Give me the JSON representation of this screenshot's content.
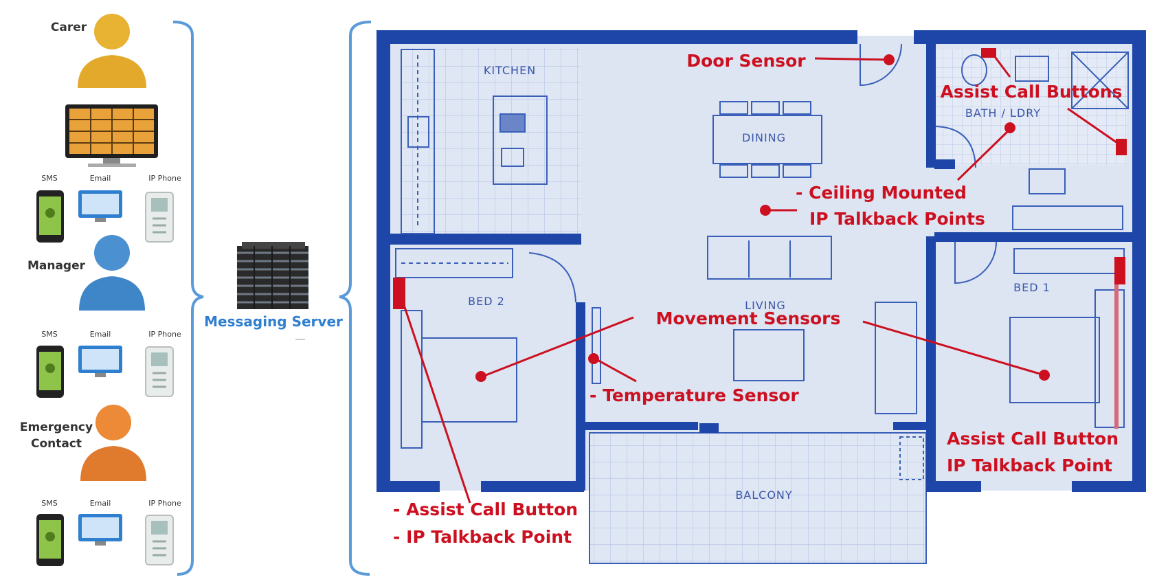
{
  "roles": [
    {
      "label": "Carer",
      "color": "#e3a92a"
    },
    {
      "label": "Manager",
      "color": "#3f86c9"
    },
    {
      "label": "Emergency Contact",
      "lines": [
        "Emergency",
        "Contact"
      ],
      "color": "#e07a2d"
    }
  ],
  "devices": {
    "sms": "SMS",
    "email": "Email",
    "ip_phone": "IP Phone"
  },
  "server": {
    "label": "Messaging Server"
  },
  "rooms": {
    "kitchen": "KITCHEN",
    "dining": "DINING",
    "bath": "BATH / LDRY",
    "bed2": "BED 2",
    "living": "LIVING",
    "bed1": "BED 1",
    "balcony": "BALCONY"
  },
  "callouts": {
    "door_sensor": "Door Sensor",
    "assist_call_buttons": "Assist Call Buttons",
    "ceiling_line1": "- Ceiling Mounted",
    "ceiling_line2": "IP Talkback Points",
    "movement_sensors": "Movement Sensors",
    "temperature_sensor": "- Temperature Sensor",
    "bed1_line1": "Assist Call Button",
    "bed1_line2": "IP Talkback Point",
    "bed2_line1": "- Assist Call Button",
    "bed2_line2": "- IP Talkback Point"
  },
  "colors": {
    "wall": "#1d46a8",
    "floor": "#dde5f3",
    "callout": "#cc1020",
    "bracket": "#5b9ad8"
  }
}
